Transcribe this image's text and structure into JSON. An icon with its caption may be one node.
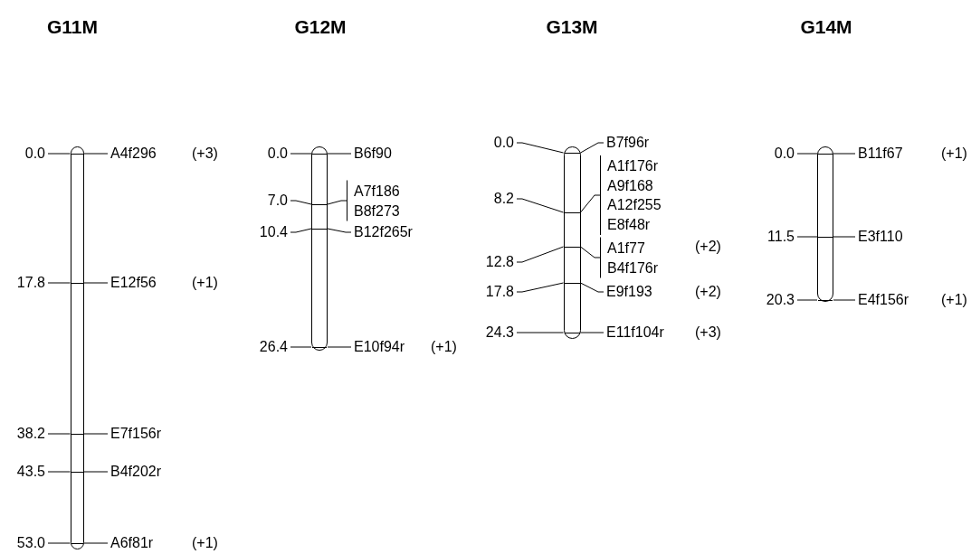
{
  "diagram": {
    "nodes": [
      {
        "text": [
          "G11M"
        ]
      },
      {
        "text": [
          "0.0"
        ]
      },
      {
        "text": [
          "A4f296"
        ],
        "beside": [
          "(+3)"
        ]
      },
      {
        "text": [
          "17.8"
        ]
      },
      {
        "text": [
          "E12f56"
        ],
        "beside": [
          "(+1)"
        ]
      },
      {
        "text": [
          "38.2"
        ]
      },
      {
        "text": [
          "E7f156r"
        ]
      },
      {
        "text": [
          "43.5"
        ]
      },
      {
        "text": [
          "B4f202r"
        ]
      },
      {
        "text": [
          "53.0"
        ]
      },
      {
        "text": [
          "A6f81r"
        ],
        "beside": [
          "(+1)"
        ]
      },
      {
        "text": [
          "G12M"
        ]
      },
      {
        "text": [
          "0.0"
        ]
      },
      {
        "text": [
          "B6f90"
        ]
      },
      {
        "text": [
          "7.0"
        ]
      },
      {
        "text": [
          "A7f186",
          "B8f273"
        ]
      },
      {
        "text": [
          "10.4"
        ]
      },
      {
        "text": [
          "B12f265r"
        ]
      },
      {
        "text": [
          "26.4"
        ]
      },
      {
        "text": [
          "E10f94r"
        ],
        "beside": [
          "(+1)"
        ]
      },
      {
        "text": [
          "G13M"
        ]
      },
      {
        "text": [
          "0.0"
        ]
      },
      {
        "text": [
          "B7f96r"
        ]
      },
      {
        "text": [
          "8.2"
        ]
      },
      {
        "text": [
          "A1f176r",
          "A9f168",
          "A12f255",
          "E8f48r"
        ]
      },
      {
        "text": [
          "12.8"
        ]
      },
      {
        "text": [
          "A1f77",
          "B4f176r"
        ],
        "beside": [
          "(+2)"
        ]
      },
      {
        "text": [
          "17.8"
        ]
      },
      {
        "text": [
          "E9f193"
        ],
        "beside": [
          "(+2)"
        ]
      },
      {
        "text": [
          "24.3"
        ]
      },
      {
        "text": [
          "E11f104r"
        ],
        "beside": [
          "(+3)"
        ]
      },
      {
        "text": [
          "G14M"
        ]
      },
      {
        "text": [
          "0.0"
        ]
      },
      {
        "text": [
          "B11f67"
        ],
        "beside": [
          "(+1)"
        ]
      },
      {
        "text": [
          "11.5"
        ]
      },
      {
        "text": [
          "E3f110"
        ]
      },
      {
        "text": [
          "20.3"
        ]
      },
      {
        "text": [
          "E4f156r"
        ],
        "beside": [
          "(+1)"
        ]
      },
      {
        "text": [],
        "shape": "bar"
      },
      {
        "text": [],
        "shape": "bar"
      },
      {
        "text": [],
        "shape": "bar"
      },
      {
        "text": [],
        "shape": "bar"
      }
    ],
    "edges": [
      {
        "from": 1,
        "to": 38,
        "arrow": "none"
      },
      {
        "from": 38,
        "to": 2,
        "arrow": "none"
      },
      {
        "from": 3,
        "to": 38,
        "arrow": "none"
      },
      {
        "from": 38,
        "to": 4,
        "arrow": "none"
      },
      {
        "from": 5,
        "to": 38,
        "arrow": "none"
      },
      {
        "from": 38,
        "to": 6,
        "arrow": "none"
      },
      {
        "from": 7,
        "to": 38,
        "arrow": "none"
      },
      {
        "from": 38,
        "to": 8,
        "arrow": "none"
      },
      {
        "from": 9,
        "to": 38,
        "arrow": "none"
      },
      {
        "from": 38,
        "to": 10,
        "arrow": "none"
      },
      {
        "from": 12,
        "to": 39,
        "arrow": "none"
      },
      {
        "from": 39,
        "to": 13,
        "arrow": "none"
      },
      {
        "from": 14,
        "to": 39,
        "arrow": "none"
      },
      {
        "from": 39,
        "to": 15,
        "arrow": "none"
      },
      {
        "from": 16,
        "to": 39,
        "arrow": "none"
      },
      {
        "from": 39,
        "to": 17,
        "arrow": "none"
      },
      {
        "from": 18,
        "to": 39,
        "arrow": "none"
      },
      {
        "from": 39,
        "to": 19,
        "arrow": "none"
      },
      {
        "from": 21,
        "to": 40,
        "arrow": "none"
      },
      {
        "from": 40,
        "to": 22,
        "arrow": "none"
      },
      {
        "from": 23,
        "to": 40,
        "arrow": "none"
      },
      {
        "from": 40,
        "to": 24,
        "arrow": "none"
      },
      {
        "from": 25,
        "to": 40,
        "arrow": "none"
      },
      {
        "from": 40,
        "to": 26,
        "arrow": "none"
      },
      {
        "from": 27,
        "to": 40,
        "arrow": "none"
      },
      {
        "from": 40,
        "to": 28,
        "arrow": "none"
      },
      {
        "from": 29,
        "to": 40,
        "arrow": "none"
      },
      {
        "from": 40,
        "to": 30,
        "arrow": "none"
      },
      {
        "from": 32,
        "to": 41,
        "arrow": "none"
      },
      {
        "from": 41,
        "to": 33,
        "arrow": "none"
      },
      {
        "from": 34,
        "to": 41,
        "arrow": "none"
      },
      {
        "from": 41,
        "to": 35,
        "arrow": "none"
      },
      {
        "from": 36,
        "to": 41,
        "arrow": "none"
      },
      {
        "from": 41,
        "to": 37,
        "arrow": "none"
      }
    ]
  }
}
